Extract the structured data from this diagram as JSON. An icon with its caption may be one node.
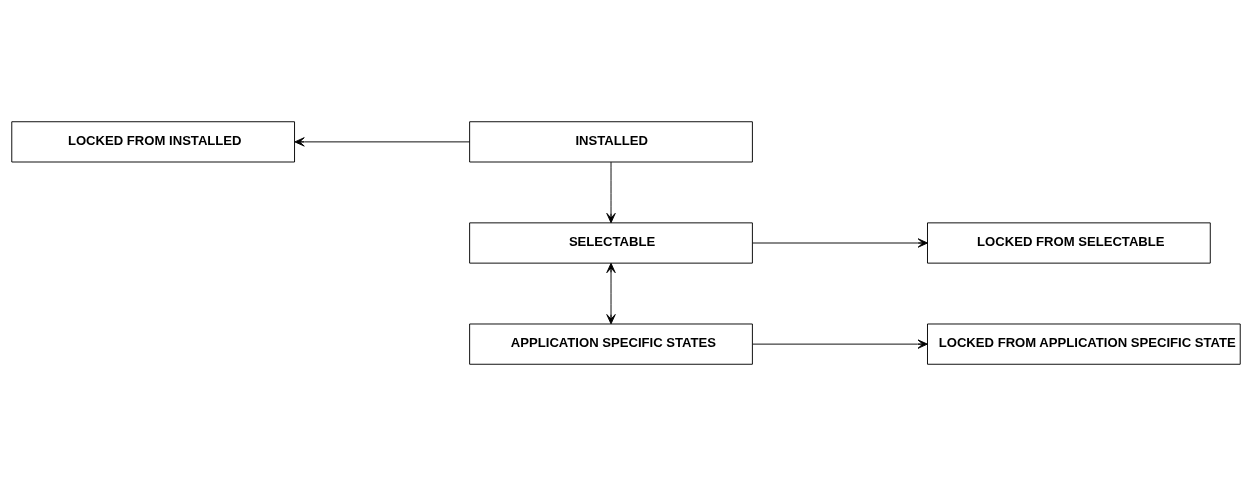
{
  "diagram": {
    "nodes": [
      {
        "text": [
          "LOCKED FROM INSTALLED"
        ]
      },
      {
        "text": [
          "INSTALLED"
        ]
      },
      {
        "text": [
          "LOCKED FROM SELECTABLE"
        ]
      },
      {
        "text": [
          "SELECTABLE"
        ]
      },
      {
        "text": [
          "LOCKED FROM APPLICATION SPECIFIC STATE"
        ]
      },
      {
        "text": [
          "APPLICATION SPECIFIC STATES"
        ]
      }
    ],
    "edges": [
      {
        "from": 1,
        "to": 0,
        "arrow": "to"
      },
      {
        "from": 1,
        "to": 3,
        "arrow": "to"
      },
      {
        "from": 3,
        "to": 2,
        "arrow": "to"
      },
      {
        "from": 3,
        "to": 5,
        "arrow": "both"
      },
      {
        "from": 5,
        "to": 4,
        "arrow": "to"
      }
    ]
  }
}
